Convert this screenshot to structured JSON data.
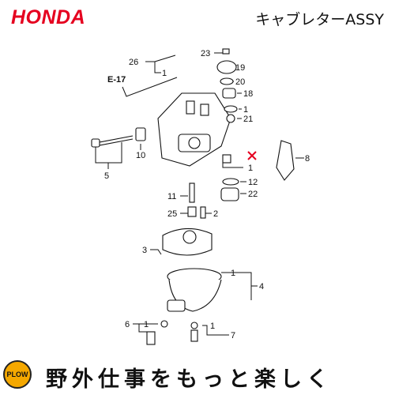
{
  "header": {
    "brand": "HONDA",
    "part_title": "キャブレターASSY",
    "brand_color": "#e5001f"
  },
  "diagram": {
    "reference": "E-17",
    "callouts": [
      "26",
      "1",
      "23",
      "19",
      "20",
      "18",
      "1",
      "21",
      "10",
      "5",
      "8",
      "1",
      "12",
      "22",
      "11",
      "25",
      "2",
      "3",
      "1",
      "4",
      "6",
      "1",
      "1",
      "7"
    ],
    "exclusion_mark_color": "#e5001f"
  },
  "footer": {
    "logo_text": "PLOW",
    "logo_color": "#f5a800",
    "slogan": "野外仕事をもっと楽しく"
  }
}
